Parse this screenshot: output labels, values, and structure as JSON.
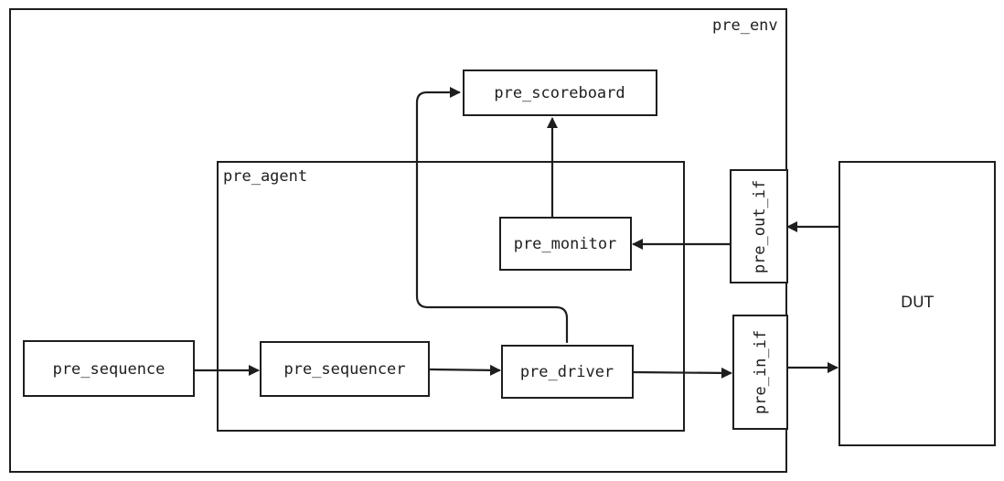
{
  "diagram": {
    "env_label": "pre_env",
    "agent_label": "pre_agent",
    "scoreboard_label": "pre_scoreboard",
    "monitor_label": "pre_monitor",
    "sequence_label": "pre_sequence",
    "sequencer_label": "pre_sequencer",
    "driver_label": "pre_driver",
    "out_if_label": "pre_out_if",
    "in_if_label": "pre_in_if",
    "dut_label": "DUT",
    "stroke_color": "#1e1e1e"
  }
}
